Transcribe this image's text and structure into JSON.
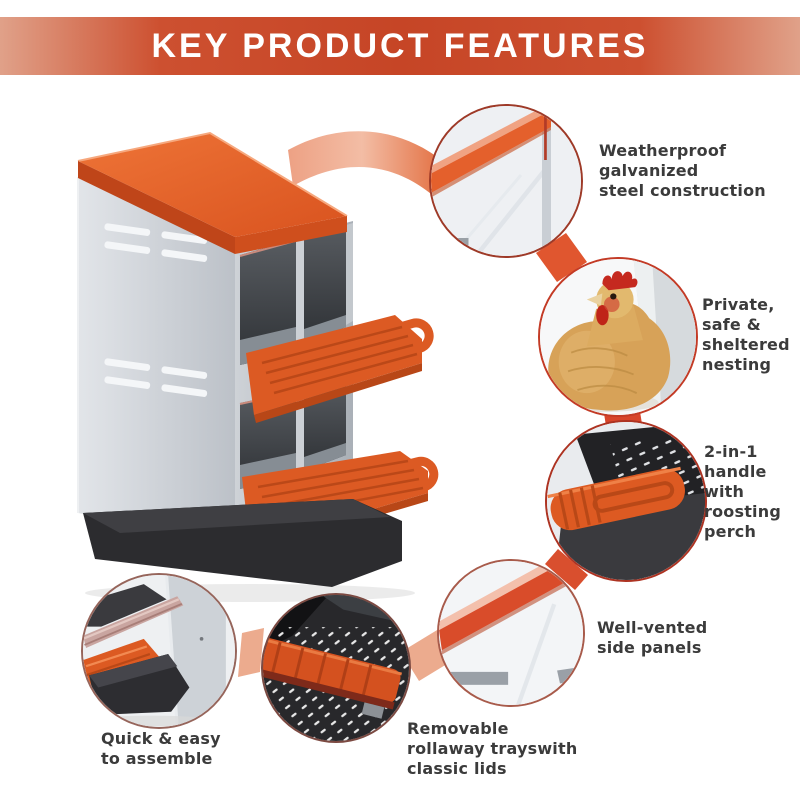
{
  "header": {
    "title": "KEY PRODUCT FEATURES"
  },
  "features": [
    {
      "id": "weatherproof-steel",
      "label": "Weatherproof\ngalvanized\nsteel construction"
    },
    {
      "id": "private-nesting",
      "label": "Private,\nsafe &\nsheltered\nnesting"
    },
    {
      "id": "handle-perch",
      "label": "2-in-1\nhandle\nwith\nroosting\nperch"
    },
    {
      "id": "vented-panels",
      "label": "Well-vented\nside panels"
    },
    {
      "id": "rollaway-trays",
      "label": "Removable\nrollaway trayswith\nclassic lids"
    },
    {
      "id": "easy-assembly",
      "label": "Quick & easy\nto assemble"
    }
  ],
  "callouts": [
    {
      "feature": "weatherproof-steel",
      "image": "galvanized-steel-roof-corner-photo"
    },
    {
      "feature": "private-nesting",
      "image": "hen-in-nest-photo"
    },
    {
      "feature": "handle-perch",
      "image": "orange-handle-perch-photo"
    },
    {
      "feature": "vented-panels",
      "image": "vented-side-panel-photo"
    },
    {
      "feature": "rollaway-trays",
      "image": "perforated-rollaway-tray-photo"
    },
    {
      "feature": "easy-assembly",
      "image": "assembled-base-corner-photo"
    }
  ],
  "colors": {
    "banner_center": "#c64526",
    "banner_edge": "#e0a189",
    "accent_orange": "#dd5a22",
    "roof_orange": "#e8672e",
    "ribbon_salmon": "#ecab8e",
    "ribbon_red": "#d94c2a",
    "steel_gray": "#ccd1d7",
    "base_dark": "#2c2c2f",
    "label_text": "#3b3b3b",
    "banner_text": "#ffffff"
  }
}
